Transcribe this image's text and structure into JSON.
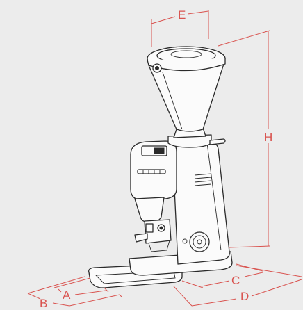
{
  "dimension_labels": {
    "a": "A",
    "b": "B",
    "c": "C",
    "d": "D",
    "e": "E",
    "h": "H"
  },
  "colors": {
    "background": "#ececec",
    "dimension": "#d9534f",
    "outline": "#2a2a2a"
  }
}
